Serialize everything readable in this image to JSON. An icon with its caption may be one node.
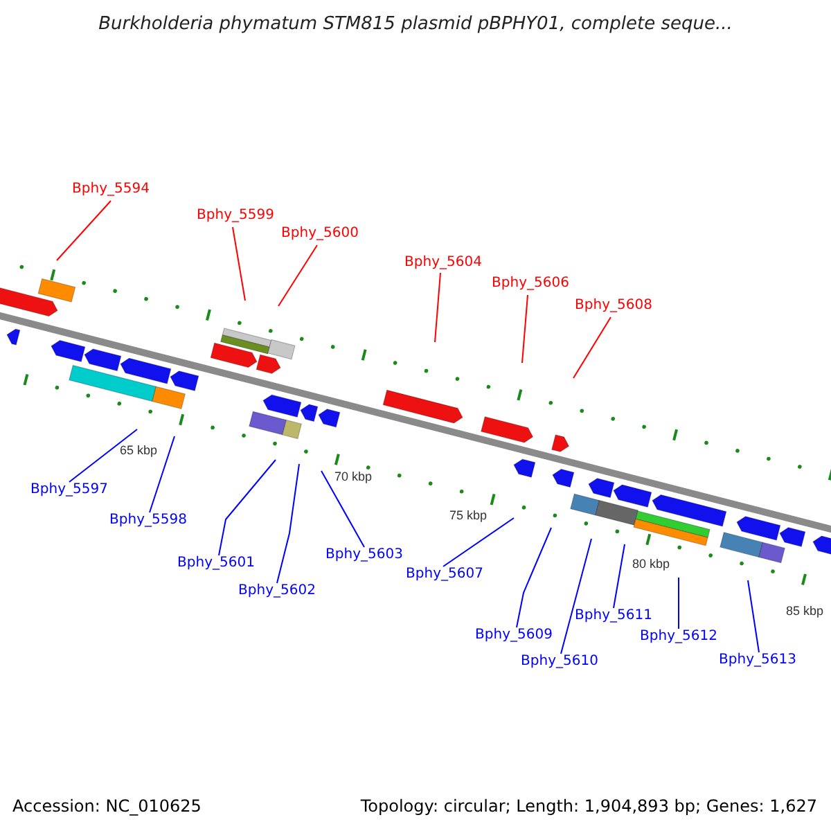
{
  "diagram": {
    "title": "Burkholderia phymatum STM815 plasmid pBPHY01, complete seque...",
    "nodes": [
      {
        "text": [
          "Bphy_5594"
        ]
      },
      {
        "text": [
          "Bphy_5599"
        ]
      },
      {
        "text": [
          "Bphy_5600"
        ]
      },
      {
        "text": [
          "Bphy_5604"
        ]
      },
      {
        "text": [
          "Bphy_5606"
        ]
      },
      {
        "text": [
          "Bphy_5608"
        ]
      },
      {
        "text": [
          "Bphy_5597"
        ]
      },
      {
        "text": [
          "Bphy_5598"
        ]
      },
      {
        "text": [
          "Bphy_5601"
        ]
      },
      {
        "text": [
          "Bphy_5602"
        ]
      },
      {
        "text": [
          "Bphy_5603"
        ]
      },
      {
        "text": [
          "Bphy_5607"
        ]
      },
      {
        "text": [
          "Bphy_5609"
        ]
      },
      {
        "text": [
          "Bphy_5610"
        ]
      },
      {
        "text": [
          "Bphy_5611"
        ]
      },
      {
        "text": [
          "Bphy_5612"
        ]
      },
      {
        "text": [
          "Bphy_5613"
        ]
      }
    ],
    "edges": [
      {
        "from": 0,
        "to": null,
        "arrow": "none",
        "color": "#ff0000"
      },
      {
        "from": 1,
        "to": null,
        "arrow": "none",
        "color": "#ff0000"
      },
      {
        "from": 2,
        "to": null,
        "arrow": "none",
        "color": "#ff0000"
      },
      {
        "from": 3,
        "to": null,
        "arrow": "none",
        "color": "#ff0000"
      },
      {
        "from": 4,
        "to": null,
        "arrow": "none",
        "color": "#ff0000"
      },
      {
        "from": 5,
        "to": null,
        "arrow": "none",
        "color": "#ff0000"
      },
      {
        "from": 6,
        "to": null,
        "arrow": "none"
      },
      {
        "from": 7,
        "to": null,
        "arrow": "none"
      },
      {
        "from": 8,
        "to": null,
        "arrow": "none"
      },
      {
        "from": 9,
        "to": null,
        "arrow": "none"
      },
      {
        "from": 10,
        "to": null,
        "arrow": "none"
      },
      {
        "from": 11,
        "to": null,
        "arrow": "none"
      },
      {
        "from": 12,
        "to": null,
        "arrow": "none"
      },
      {
        "from": 13,
        "to": null,
        "arrow": "none"
      },
      {
        "from": 14,
        "to": null,
        "arrow": "none"
      },
      {
        "from": 15,
        "to": null,
        "arrow": "none"
      },
      {
        "from": 16,
        "to": null,
        "arrow": "none"
      }
    ],
    "labels": [
      "65 kbp",
      "70 kbp",
      "75 kbp",
      "80 kbp",
      "85 kbp",
      "Accession: NC_010625",
      "Topology: circular; Length: 1,904,893 bp; Genes: 1,627"
    ]
  }
}
